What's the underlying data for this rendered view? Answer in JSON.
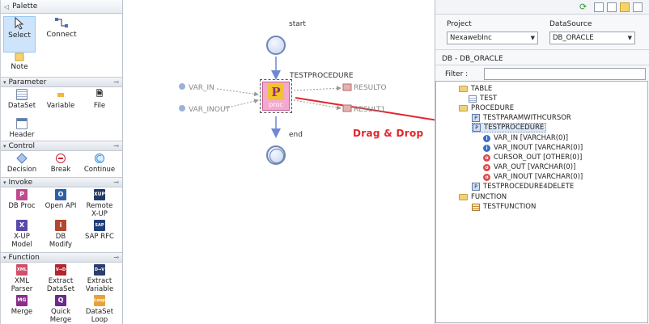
{
  "palette": {
    "title": "Palette",
    "tools": [
      {
        "label": "Select",
        "icon": "arrow-cursor-icon"
      },
      {
        "label": "Connect",
        "icon": "connector-icon"
      }
    ],
    "note": "Note",
    "sections": [
      {
        "title": "Parameter",
        "items": [
          {
            "label": "DataSet",
            "icon": "dataset-icon"
          },
          {
            "label": "Variable",
            "icon": "variable-icon"
          },
          {
            "label": "File",
            "icon": "file-icon"
          },
          {
            "label": "Header",
            "icon": "header-icon"
          }
        ]
      },
      {
        "title": "Control",
        "items": [
          {
            "label": "Decision",
            "icon": "decision-icon"
          },
          {
            "label": "Break",
            "icon": "break-icon"
          },
          {
            "label": "Continue",
            "icon": "continue-icon"
          }
        ]
      },
      {
        "title": "Invoke",
        "items": [
          {
            "label": "DB Proc",
            "icon": "db-proc-icon",
            "glyph": "P"
          },
          {
            "label": "Open API",
            "icon": "open-api-icon",
            "glyph": "O"
          },
          {
            "label": "Remote X-UP",
            "icon": "remote-xup-icon",
            "glyph": "XUP"
          },
          {
            "label": "X-UP Model",
            "icon": "xup-model-icon",
            "glyph": "X"
          },
          {
            "label": "DB Modify",
            "icon": "db-modify-icon",
            "glyph": "i"
          },
          {
            "label": "SAP RFC",
            "icon": "sap-rfc-icon",
            "glyph": "SAP"
          }
        ]
      },
      {
        "title": "Function",
        "items": [
          {
            "label": "XML Parser",
            "icon": "xml-parser-icon",
            "glyph": "XML"
          },
          {
            "label": "Extract DataSet",
            "icon": "extract-dataset-icon",
            "glyph": "V→D"
          },
          {
            "label": "Extract Variable",
            "icon": "extract-variable-icon",
            "glyph": "D→V"
          },
          {
            "label": "Merge",
            "icon": "merge-icon",
            "glyph": "MG"
          },
          {
            "label": "Quick Merge",
            "icon": "quick-merge-icon",
            "glyph": "Q"
          },
          {
            "label": "DataSet Loop",
            "icon": "dataset-loop-icon",
            "glyph": "Loop"
          }
        ]
      }
    ]
  },
  "canvas": {
    "start_label": "start",
    "end_label": "end",
    "node_title": "TESTPROCEDURE",
    "node_glyph": "P",
    "node_caption": "proc",
    "inputs": [
      "VAR_IN",
      "VAR_INOUT"
    ],
    "outputs": [
      "RESULTO",
      "RESULT1"
    ],
    "annotation": "Drag & Drop",
    "annotation_color": "#e0262b"
  },
  "panel": {
    "project_label": "Project",
    "project_value": "NexawebInc",
    "datasource_label": "DataSource",
    "datasource_value": "DB_ORACLE",
    "section_title": "DB - DB_ORACLE",
    "filter_label": "Filter :",
    "filter_value": "",
    "tree": [
      {
        "text": "TABLE",
        "kind": "folder",
        "depth": 0
      },
      {
        "text": "TEST",
        "kind": "table",
        "depth": 1
      },
      {
        "text": "PROCEDURE",
        "kind": "folder",
        "depth": 0
      },
      {
        "text": "TESTPARAMWITHCURSOR",
        "kind": "proc",
        "depth": 1
      },
      {
        "text": "TESTPROCEDURE",
        "kind": "proc",
        "depth": 1,
        "selected": true
      },
      {
        "text": "VAR_IN    [VARCHAR(0)]",
        "kind": "in",
        "depth": 2
      },
      {
        "text": "VAR_INOUT    [VARCHAR(0)]",
        "kind": "in",
        "depth": 2
      },
      {
        "text": "CURSOR_OUT    [OTHER(0)]",
        "kind": "out",
        "depth": 2
      },
      {
        "text": "VAR_OUT    [VARCHAR(0)]",
        "kind": "out",
        "depth": 2
      },
      {
        "text": "VAR_INOUT    [VARCHAR(0)]",
        "kind": "out",
        "depth": 2
      },
      {
        "text": "TESTPROCEDURE4DELETE",
        "kind": "proc",
        "depth": 1
      },
      {
        "text": "FUNCTION",
        "kind": "folder",
        "depth": 0
      },
      {
        "text": "TESTFUNCTION",
        "kind": "func",
        "depth": 1
      }
    ]
  }
}
